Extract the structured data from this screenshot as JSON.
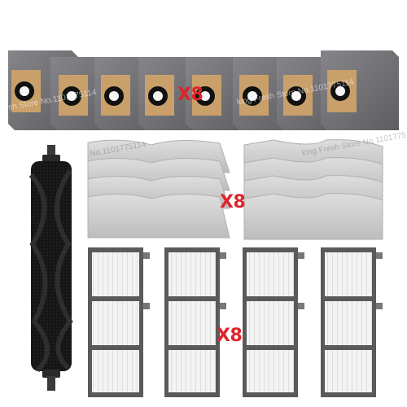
{
  "labels": {
    "dust_bags_qty": "X8",
    "mop_pads_qty": "X8",
    "filters_qty": "X8"
  },
  "watermarks": {
    "wm1": "esh Store No.1101775114",
    "wm2": "king Fresh Store No.1101775114",
    "wm3": "king Fresh Store No.1101775",
    "wm4": "No.1101775114"
  },
  "colors": {
    "bag_gray": "#6f6f73",
    "cardboard": "#c9a06a",
    "mop_gray": "#cfcfcf",
    "brush_black": "#1a1a1a",
    "filter_frame": "#5a5a5a",
    "qty_red": "#e0242a"
  },
  "icons": {
    "dust_bag": "dust-bag-icon",
    "mop_pad": "mop-pad-icon",
    "roller_brush": "roller-brush-icon",
    "hepa_filter": "hepa-filter-icon"
  }
}
